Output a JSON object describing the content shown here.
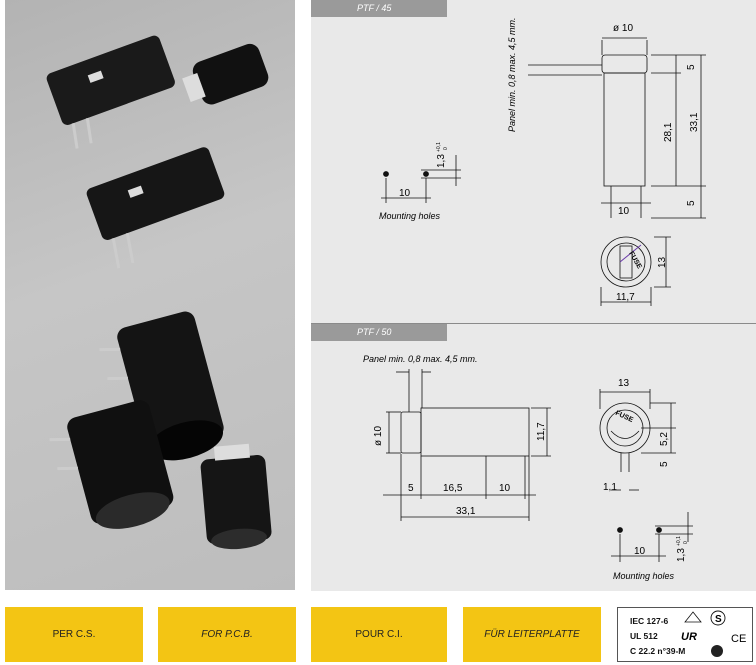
{
  "photo": {
    "description_icon": "fuse-holder-photo"
  },
  "ptf45": {
    "tab": "PTF / 45",
    "panel_note": "Panel min. 0,8 max. 4,5 mm.",
    "dim_diameter": "ø 10",
    "dim_cap": "5",
    "dim_body": "28,1",
    "dim_total": "33,1",
    "dim_pins": "5",
    "dim_pin_spacing": "10",
    "dim_height": "13",
    "dim_width": "11,7",
    "hole_spacing": "10",
    "hole_dia": "1,3",
    "hole_tol_top": "+0,1",
    "hole_tol_bot": "0",
    "mounting_label": "Mounting holes",
    "fuse_text": "FUSE"
  },
  "ptf50": {
    "tab": "PTF / 50",
    "panel_note": "Panel min. 0,8 max. 4,5 mm.",
    "dim_diameter": "ø 10",
    "dim_height": "11,7",
    "dim_cap": "5",
    "dim_mid": "16,5",
    "dim_pin_spacing": "10",
    "dim_total": "33,1",
    "dim_width": "13",
    "dim_52": "5,2",
    "dim_5": "5",
    "dim_11": "1,1",
    "hole_spacing": "10",
    "hole_dia": "1,3",
    "hole_tol_top": "+0,1",
    "hole_tol_bot": "0",
    "mounting_label": "Mounting holes",
    "fuse_text": "FUSE"
  },
  "buttons": {
    "per_cs": "PER C.S.",
    "for_pcb": "FOR P.C.B.",
    "pour_ci": "POUR C.I.",
    "fur_leiterplatte": "FÜR LEITERPLATTE"
  },
  "certs": {
    "iec": "IEC 127-6",
    "ul": "UL 512",
    "csa": "C 22.2 n°39-M",
    "ce": "CE",
    "ul_mark": "UR",
    "s_mark": "S",
    "vde_mark": "VDE"
  },
  "colors": {
    "yellow": "#f3c514",
    "panel": "#e9e9e9",
    "tab": "#9a9a9a"
  }
}
